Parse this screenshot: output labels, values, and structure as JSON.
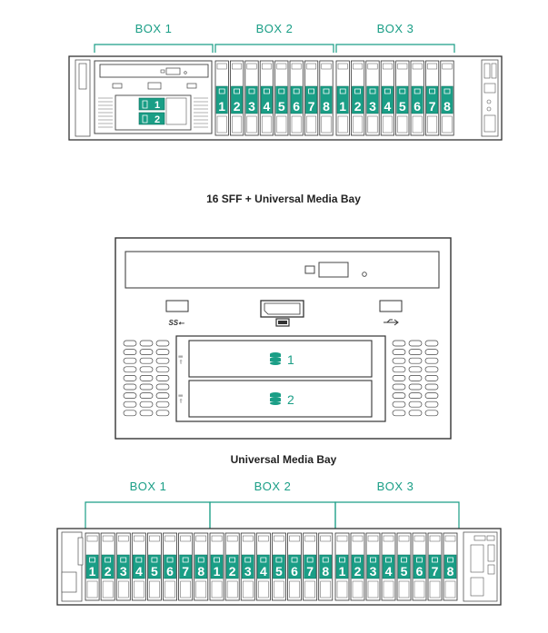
{
  "diagram1": {
    "boxes": [
      "BOX 1",
      "BOX 2",
      "BOX 3"
    ],
    "bay_numbers": [
      "1",
      "2",
      "3",
      "4",
      "5",
      "6",
      "7",
      "8"
    ],
    "media_bay_numbers": [
      "1",
      "2"
    ],
    "caption": "16 SFF + Universal Media Bay"
  },
  "diagram2": {
    "media_bay_numbers": [
      "1",
      "2"
    ],
    "caption": "Universal Media Bay"
  },
  "diagram3": {
    "boxes": [
      "BOX 1",
      "BOX 2",
      "BOX 3"
    ],
    "bay_numbers": [
      "1",
      "2",
      "3",
      "4",
      "5",
      "6",
      "7",
      "8"
    ]
  },
  "colors": {
    "accent": "#1a9e86",
    "line": "#333333"
  }
}
